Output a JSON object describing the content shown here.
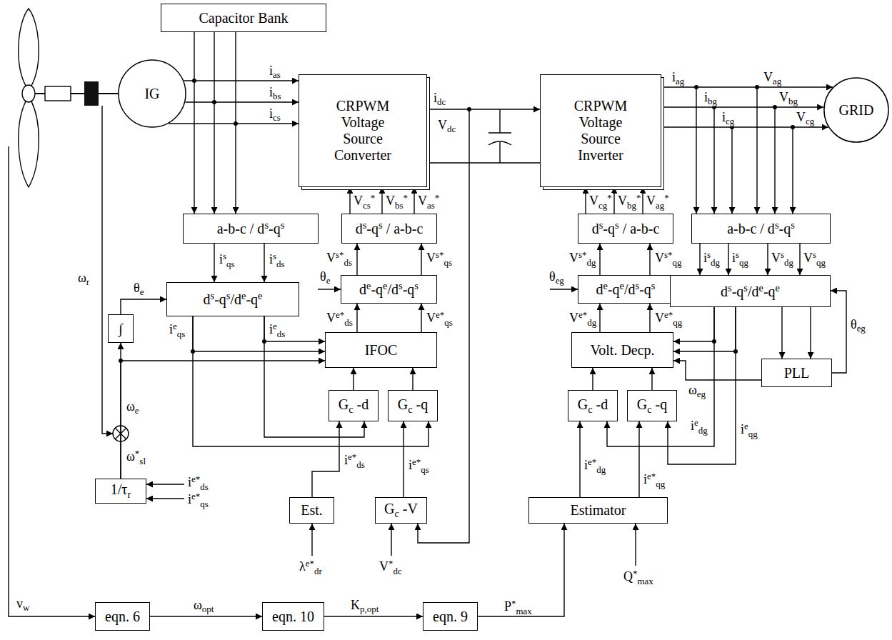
{
  "diagram": {
    "nodes": [
      {
        "text": [
          "Capacitor Bank"
        ]
      },
      {
        "text": [
          "IG"
        ]
      },
      {
        "text": [
          "CRPWM Voltage Source Converter"
        ]
      },
      {
        "text": [
          "CRPWM Voltage Source Inverter"
        ]
      },
      {
        "text": [
          "GRID"
        ]
      },
      {
        "text": [
          "a-b-c / ds-qs"
        ]
      },
      {
        "text": [
          "ds-qs / a-b-c"
        ]
      },
      {
        "text": [
          "ds-qs / a-b-c"
        ]
      },
      {
        "text": [
          "a-b-c / ds-qs"
        ]
      },
      {
        "text": [
          "ds-qs/de-qe"
        ]
      },
      {
        "text": [
          "de-qe/ds-qs"
        ]
      },
      {
        "text": [
          "de-qe/ds-qs"
        ]
      },
      {
        "text": [
          "ds-qs/de-qe"
        ]
      },
      {
        "text": [
          "IFOC"
        ]
      },
      {
        "text": [
          "Volt. Decp."
        ]
      },
      {
        "text": [
          "PLL"
        ]
      },
      {
        "text": [
          "∫"
        ]
      },
      {
        "text": [
          "Gc -d"
        ]
      },
      {
        "text": [
          "Gc -q"
        ]
      },
      {
        "text": [
          "Gc -d"
        ]
      },
      {
        "text": [
          "Gc -q"
        ]
      },
      {
        "text": [
          "1/τr"
        ]
      },
      {
        "text": [
          "Est."
        ]
      },
      {
        "text": [
          "Gc -V"
        ]
      },
      {
        "text": [
          "Estimator"
        ]
      },
      {
        "text": [
          "eqn. 6"
        ]
      },
      {
        "text": [
          "eqn. 10"
        ]
      },
      {
        "text": [
          "eqn. 9"
        ]
      }
    ],
    "edges": [
      {
        "from": 1,
        "to": 2,
        "arrow": "to",
        "label": "ias"
      },
      {
        "from": 1,
        "to": 2,
        "arrow": "to",
        "label": "ibs"
      },
      {
        "from": 1,
        "to": 2,
        "arrow": "to",
        "label": "ics"
      },
      {
        "from": 0,
        "to": 5,
        "arrow": "to"
      },
      {
        "from": 0,
        "to": 5,
        "arrow": "to"
      },
      {
        "from": 0,
        "to": 5,
        "arrow": "to"
      },
      {
        "from": 2,
        "to": 3,
        "arrow": "to",
        "label": "idc"
      },
      {
        "from": 2,
        "to": 3,
        "arrow": "none"
      },
      {
        "from": 3,
        "to": 4,
        "arrow": "to",
        "label": "iag"
      },
      {
        "from": 3,
        "to": 4,
        "arrow": "to",
        "label": "ibg"
      },
      {
        "from": 3,
        "to": 4,
        "arrow": "to",
        "label": "icg"
      },
      {
        "from": 5,
        "to": 9,
        "arrow": "to",
        "label": "isqs"
      },
      {
        "from": 5,
        "to": 9,
        "arrow": "to",
        "label": "isds"
      },
      {
        "from": 9,
        "to": 13,
        "arrow": "to",
        "label": "ieqs"
      },
      {
        "from": 9,
        "to": 13,
        "arrow": "to",
        "label": "ieds"
      },
      {
        "from": 9,
        "to": 17,
        "arrow": "to"
      },
      {
        "from": 9,
        "to": 18,
        "arrow": "to"
      },
      {
        "from": 16,
        "to": 9,
        "arrow": "to",
        "label": "θe"
      },
      {
        "from": 21,
        "to": 16,
        "arrow": "to",
        "label": "ωe"
      },
      {
        "from": 21,
        "to": 13,
        "arrow": "to"
      },
      {
        "from": 13,
        "to": 10,
        "arrow": "to",
        "label": "Ve*ds"
      },
      {
        "from": 13,
        "to": 10,
        "arrow": "to",
        "label": "Ve*qs"
      },
      {
        "from": 10,
        "to": 6,
        "arrow": "to",
        "label": "Vs*ds"
      },
      {
        "from": 10,
        "to": 6,
        "arrow": "to",
        "label": "Vs*qs"
      },
      {
        "from": 6,
        "to": 2,
        "arrow": "to",
        "label": "Vcs*"
      },
      {
        "from": 6,
        "to": 2,
        "arrow": "to",
        "label": "Vbs*"
      },
      {
        "from": 6,
        "to": 2,
        "arrow": "to",
        "label": "Vas*"
      },
      {
        "from": 17,
        "to": 13,
        "arrow": "to"
      },
      {
        "from": 18,
        "to": 13,
        "arrow": "to"
      },
      {
        "from": 22,
        "to": 17,
        "arrow": "to",
        "label": "ie*ds"
      },
      {
        "from": 23,
        "to": 18,
        "arrow": "to",
        "label": "ie*qs"
      },
      {
        "from": 25,
        "to": 26,
        "arrow": "to",
        "label": "ωopt"
      },
      {
        "from": 26,
        "to": 27,
        "arrow": "to",
        "label": "Kp,opt"
      },
      {
        "from": 27,
        "to": 24,
        "arrow": "to",
        "label": "P*max"
      },
      {
        "from": 24,
        "to": 19,
        "arrow": "to",
        "label": "ie*dg"
      },
      {
        "from": 24,
        "to": 20,
        "arrow": "to",
        "label": "ie*qg"
      },
      {
        "from": 19,
        "to": 14,
        "arrow": "to"
      },
      {
        "from": 20,
        "to": 14,
        "arrow": "to"
      },
      {
        "from": 14,
        "to": 11,
        "arrow": "to",
        "label": "Ve*dg"
      },
      {
        "from": 14,
        "to": 11,
        "arrow": "to",
        "label": "Ve*qg"
      },
      {
        "from": 11,
        "to": 7,
        "arrow": "to",
        "label": "Vs*dg"
      },
      {
        "from": 11,
        "to": 7,
        "arrow": "to",
        "label": "Vs*qg"
      },
      {
        "from": 7,
        "to": 3,
        "arrow": "to",
        "label": "Vcg*"
      },
      {
        "from": 7,
        "to": 3,
        "arrow": "to",
        "label": "Vbg*"
      },
      {
        "from": 7,
        "to": 3,
        "arrow": "to",
        "label": "Vag*"
      },
      {
        "from": 8,
        "to": 12,
        "arrow": "to",
        "label": "isdg"
      },
      {
        "from": 8,
        "to": 12,
        "arrow": "to",
        "label": "isqg"
      },
      {
        "from": 8,
        "to": 12,
        "arrow": "to",
        "label": "Vsdg"
      },
      {
        "from": 8,
        "to": 12,
        "arrow": "to",
        "label": "Vsqg"
      },
      {
        "from": 12,
        "to": 15,
        "arrow": "to"
      },
      {
        "from": 12,
        "to": 15,
        "arrow": "to"
      },
      {
        "from": 15,
        "to": 12,
        "arrow": "to",
        "label": "θeg"
      },
      {
        "from": 15,
        "to": 14,
        "arrow": "to",
        "label": "ωeg"
      },
      {
        "from": 12,
        "to": 14,
        "arrow": "to",
        "label": "iedg"
      },
      {
        "from": 12,
        "to": 14,
        "arrow": "to",
        "label": "ieqg"
      },
      {
        "from": 12,
        "to": 19,
        "arrow": "to"
      },
      {
        "from": 12,
        "to": 20,
        "arrow": "to"
      }
    ],
    "labels": [
      "Vag",
      "Vbg",
      "Vcg",
      "Vdc",
      "ωr",
      "θe",
      "θeg",
      "ω*sl",
      "ie*ds",
      "ie*qs",
      "λe*dr",
      "V*dc",
      "Q*max",
      "vw"
    ]
  }
}
